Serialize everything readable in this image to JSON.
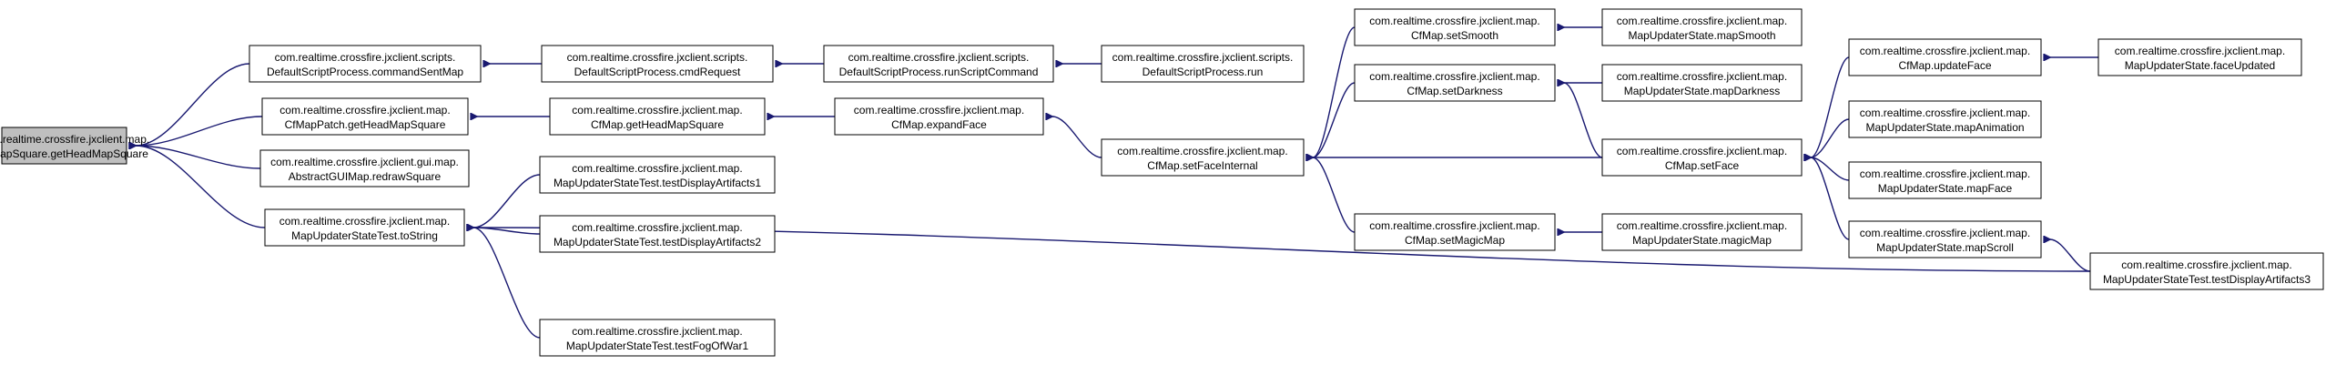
{
  "nodes": [
    {
      "id": "root",
      "lines": [
        "com.realtime.crossfire.jxclient.map.",
        "CfMapSquare.getHeadMapSquare"
      ]
    },
    {
      "id": "dsp_commandSentMap",
      "lines": [
        "com.realtime.crossfire.jxclient.scripts.",
        "DefaultScriptProcess.commandSentMap"
      ]
    },
    {
      "id": "cfmappatch_getHead",
      "lines": [
        "com.realtime.crossfire.jxclient.map.",
        "CfMapPatch.getHeadMapSquare"
      ]
    },
    {
      "id": "abstractgui_redraw",
      "lines": [
        "com.realtime.crossfire.jxclient.gui.map.",
        "AbstractGUIMap.redrawSquare"
      ]
    },
    {
      "id": "must_toString",
      "lines": [
        "com.realtime.crossfire.jxclient.map.",
        "MapUpdaterStateTest.toString"
      ]
    },
    {
      "id": "dsp_cmdRequest",
      "lines": [
        "com.realtime.crossfire.jxclient.scripts.",
        "DefaultScriptProcess.cmdRequest"
      ]
    },
    {
      "id": "cfmap_getHead",
      "lines": [
        "com.realtime.crossfire.jxclient.map.",
        "CfMap.getHeadMapSquare"
      ]
    },
    {
      "id": "must_testDA1",
      "lines": [
        "com.realtime.crossfire.jxclient.map.",
        "MapUpdaterStateTest.testDisplayArtifacts1"
      ]
    },
    {
      "id": "must_testDA2",
      "lines": [
        "com.realtime.crossfire.jxclient.map.",
        "MapUpdaterStateTest.testDisplayArtifacts2"
      ]
    },
    {
      "id": "must_testFog",
      "lines": [
        "com.realtime.crossfire.jxclient.map.",
        "MapUpdaterStateTest.testFogOfWar1"
      ]
    },
    {
      "id": "dsp_runScript",
      "lines": [
        "com.realtime.crossfire.jxclient.scripts.",
        "DefaultScriptProcess.runScriptCommand"
      ]
    },
    {
      "id": "cfmap_expandFace",
      "lines": [
        "com.realtime.crossfire.jxclient.map.",
        "CfMap.expandFace"
      ]
    },
    {
      "id": "dsp_run",
      "lines": [
        "com.realtime.crossfire.jxclient.scripts.",
        "DefaultScriptProcess.run"
      ]
    },
    {
      "id": "cfmap_setFaceInternal",
      "lines": [
        "com.realtime.crossfire.jxclient.map.",
        "CfMap.setFaceInternal"
      ]
    },
    {
      "id": "cfmap_setSmooth",
      "lines": [
        "com.realtime.crossfire.jxclient.map.",
        "CfMap.setSmooth"
      ]
    },
    {
      "id": "cfmap_setDarkness",
      "lines": [
        "com.realtime.crossfire.jxclient.map.",
        "CfMap.setDarkness"
      ]
    },
    {
      "id": "cfmap_setMagicMap",
      "lines": [
        "com.realtime.crossfire.jxclient.map.",
        "CfMap.setMagicMap"
      ]
    },
    {
      "id": "mus_mapSmooth",
      "lines": [
        "com.realtime.crossfire.jxclient.map.",
        "MapUpdaterState.mapSmooth"
      ]
    },
    {
      "id": "mus_mapDarkness",
      "lines": [
        "com.realtime.crossfire.jxclient.map.",
        "MapUpdaterState.mapDarkness"
      ]
    },
    {
      "id": "cfmap_setFace",
      "lines": [
        "com.realtime.crossfire.jxclient.map.",
        "CfMap.setFace"
      ]
    },
    {
      "id": "mus_magicMap",
      "lines": [
        "com.realtime.crossfire.jxclient.map.",
        "MapUpdaterState.magicMap"
      ]
    },
    {
      "id": "cfmap_updateFace",
      "lines": [
        "com.realtime.crossfire.jxclient.map.",
        "CfMap.updateFace"
      ]
    },
    {
      "id": "mus_mapAnimation",
      "lines": [
        "com.realtime.crossfire.jxclient.map.",
        "MapUpdaterState.mapAnimation"
      ]
    },
    {
      "id": "mus_mapFace",
      "lines": [
        "com.realtime.crossfire.jxclient.map.",
        "MapUpdaterState.mapFace"
      ]
    },
    {
      "id": "mus_mapScroll",
      "lines": [
        "com.realtime.crossfire.jxclient.map.",
        "MapUpdaterState.mapScroll"
      ]
    },
    {
      "id": "mus_faceUpdated",
      "lines": [
        "com.realtime.crossfire.jxclient.map.",
        "MapUpdaterState.faceUpdated"
      ]
    },
    {
      "id": "must_testDA3",
      "lines": [
        "com.realtime.crossfire.jxclient.map.",
        "MapUpdaterStateTest.testDisplayArtifacts3"
      ]
    }
  ],
  "edges": [
    {
      "from": "dsp_commandSentMap",
      "to": "root"
    },
    {
      "from": "cfmappatch_getHead",
      "to": "root"
    },
    {
      "from": "abstractgui_redraw",
      "to": "root"
    },
    {
      "from": "must_toString",
      "to": "root"
    },
    {
      "from": "dsp_cmdRequest",
      "to": "dsp_commandSentMap"
    },
    {
      "from": "cfmap_getHead",
      "to": "cfmappatch_getHead"
    },
    {
      "from": "must_testDA1",
      "to": "must_toString"
    },
    {
      "from": "must_testDA2",
      "to": "must_toString"
    },
    {
      "from": "must_testFog",
      "to": "must_toString"
    },
    {
      "from": "must_testDA3",
      "to": "must_toString"
    },
    {
      "from": "dsp_runScript",
      "to": "dsp_cmdRequest"
    },
    {
      "from": "cfmap_expandFace",
      "to": "cfmap_getHead"
    },
    {
      "from": "dsp_run",
      "to": "dsp_runScript"
    },
    {
      "from": "cfmap_setFaceInternal",
      "to": "cfmap_expandFace"
    },
    {
      "from": "cfmap_setSmooth",
      "to": "cfmap_setFaceInternal"
    },
    {
      "from": "cfmap_setDarkness",
      "to": "cfmap_setFaceInternal"
    },
    {
      "from": "cfmap_setMagicMap",
      "to": "cfmap_setFaceInternal"
    },
    {
      "from": "cfmap_setFace",
      "to": "cfmap_setFaceInternal"
    },
    {
      "from": "mus_mapSmooth",
      "to": "cfmap_setSmooth"
    },
    {
      "from": "mus_mapDarkness",
      "to": "cfmap_setDarkness"
    },
    {
      "from": "cfmap_setFace",
      "to": "cfmap_setDarkness"
    },
    {
      "from": "mus_magicMap",
      "to": "cfmap_setMagicMap"
    },
    {
      "from": "cfmap_updateFace",
      "to": "cfmap_setFace"
    },
    {
      "from": "mus_mapAnimation",
      "to": "cfmap_setFace"
    },
    {
      "from": "mus_mapFace",
      "to": "cfmap_setFace"
    },
    {
      "from": "mus_mapScroll",
      "to": "cfmap_setFace"
    },
    {
      "from": "mus_faceUpdated",
      "to": "cfmap_updateFace"
    },
    {
      "from": "must_testDA3",
      "to": "mus_mapScroll"
    }
  ],
  "colors": {
    "edge": "#191970",
    "root_fill": "#bfbfbf",
    "node_fill": "#ffffff",
    "node_border": "#000000"
  }
}
